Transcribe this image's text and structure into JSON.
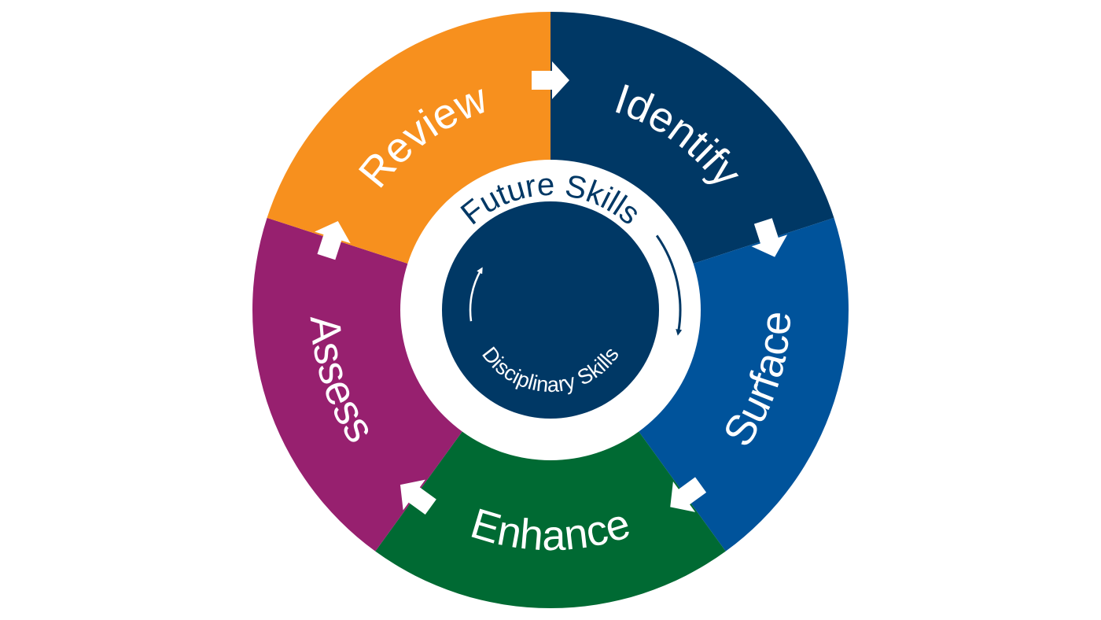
{
  "diagram": {
    "type": "cycle",
    "inner_label": "Disciplinary Skills",
    "ring_label": "Future Skills",
    "steps": [
      {
        "label": "Identify",
        "color": "#003865"
      },
      {
        "label": "Surface",
        "color": "#00539B"
      },
      {
        "label": "Enhance",
        "color": "#006A33"
      },
      {
        "label": "Assess",
        "color": "#97206F"
      },
      {
        "label": "Review",
        "color": "#F7901E"
      }
    ],
    "center_color": "#003865",
    "arrow_color": "#ffffff"
  }
}
